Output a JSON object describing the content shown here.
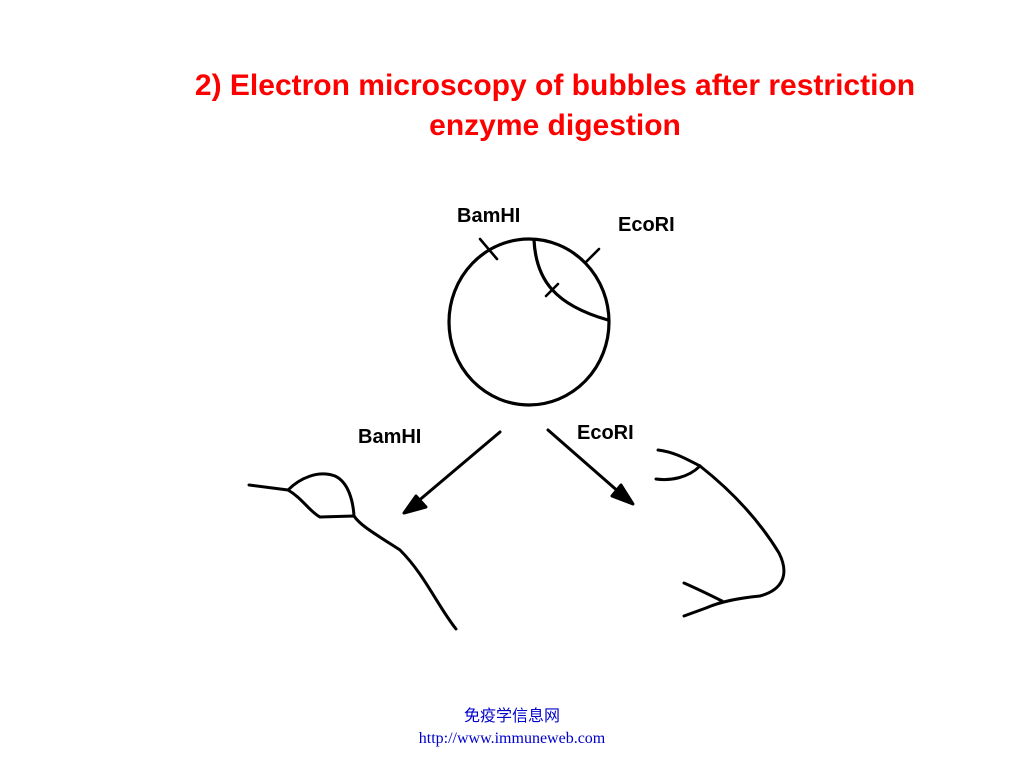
{
  "title": {
    "line1": "2) Electron microscopy of bubbles after restriction",
    "line2": "enzyme digestion"
  },
  "labels": {
    "top_bamhi": "BamHI",
    "top_ecori": "EcoRI",
    "bottom_bamhi": "BamHI",
    "bottom_ecori": "EcoRI"
  },
  "footer": {
    "site_name": "免疫学信息网",
    "url": "http://www.immuneweb.com"
  },
  "colors": {
    "title": "#ff0000",
    "footer": "#0000cc",
    "ink": "#000000"
  }
}
